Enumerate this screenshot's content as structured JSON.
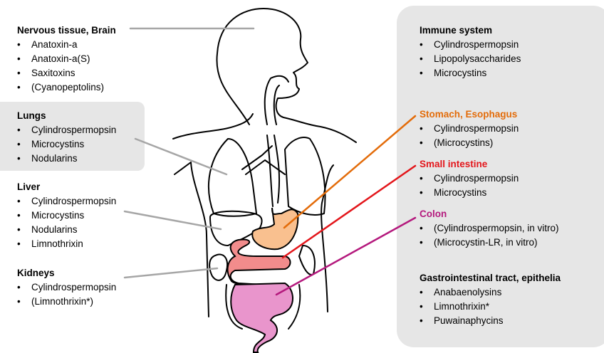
{
  "left": [
    {
      "title": "Nervous tissue, Brain",
      "items": [
        "Anatoxin-a",
        "Anatoxin-a(S)",
        "Saxitoxins",
        "(Cyanopeptolins)"
      ]
    },
    {
      "title": "Lungs",
      "items": [
        "Cylindrospermopsin",
        "Microcystins",
        "Nodularins"
      ]
    },
    {
      "title": "Liver",
      "items": [
        "Cylindrospermopsin",
        "Microcystins",
        "Nodularins",
        "Limnothrixin"
      ]
    },
    {
      "title": "Kidneys",
      "items": [
        "Cylindrospermopsin",
        "(Limnothrixin*)"
      ]
    }
  ],
  "right": [
    {
      "title": "Immune system",
      "items": [
        "Cylindrospermopsin",
        "Lipopolysaccharides",
        "Microcystins"
      ],
      "color": "#000000"
    },
    {
      "title": "Stomach, Esophagus",
      "items": [
        "Cylindrospermopsin",
        "(Microcystins)"
      ],
      "color": "#E36C0A"
    },
    {
      "title": "Small intestine",
      "items": [
        "Cylindrospermopsin",
        "Microcystins"
      ],
      "color": "#E3161B"
    },
    {
      "title": "Colon",
      "items": [
        "(Cylindrospermopsin, in vitro)",
        "(Microcystin-LR, in vitro)"
      ],
      "color": "#B4197D"
    },
    {
      "title": "Gastrointestinal tract, epithelia",
      "items": [
        "Anabaenolysins",
        "Limnothrixin*",
        "Puwainaphycins"
      ],
      "color": "#000000"
    }
  ],
  "colors": {
    "box": "#E6E6E6",
    "stomach": "#F9C08F",
    "small_intestine": "#F28C8C",
    "colon": "#E995CC",
    "pointer": "#A6A6A6"
  }
}
